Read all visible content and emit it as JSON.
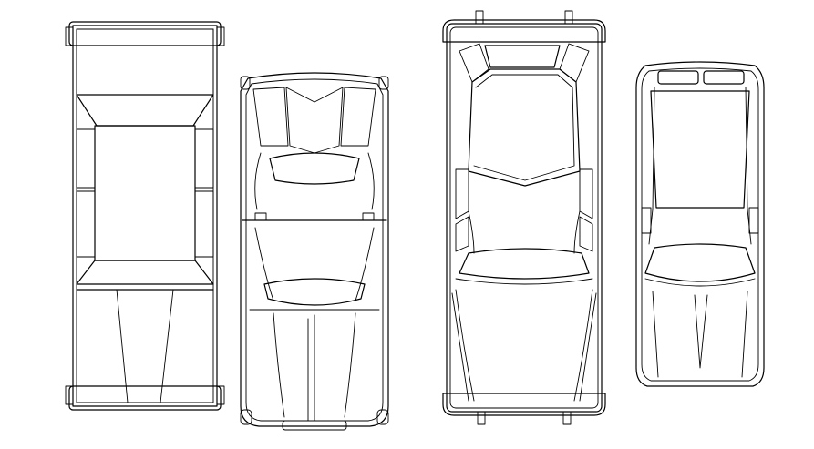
{
  "drawing": {
    "background_color": "#ffffff",
    "line_color": "#000000",
    "vehicles": [
      {
        "id": "pickup-truck",
        "view": "top"
      },
      {
        "id": "convertible-car",
        "view": "top"
      },
      {
        "id": "sports-coupe",
        "view": "top"
      },
      {
        "id": "compact-car",
        "view": "top"
      }
    ]
  }
}
